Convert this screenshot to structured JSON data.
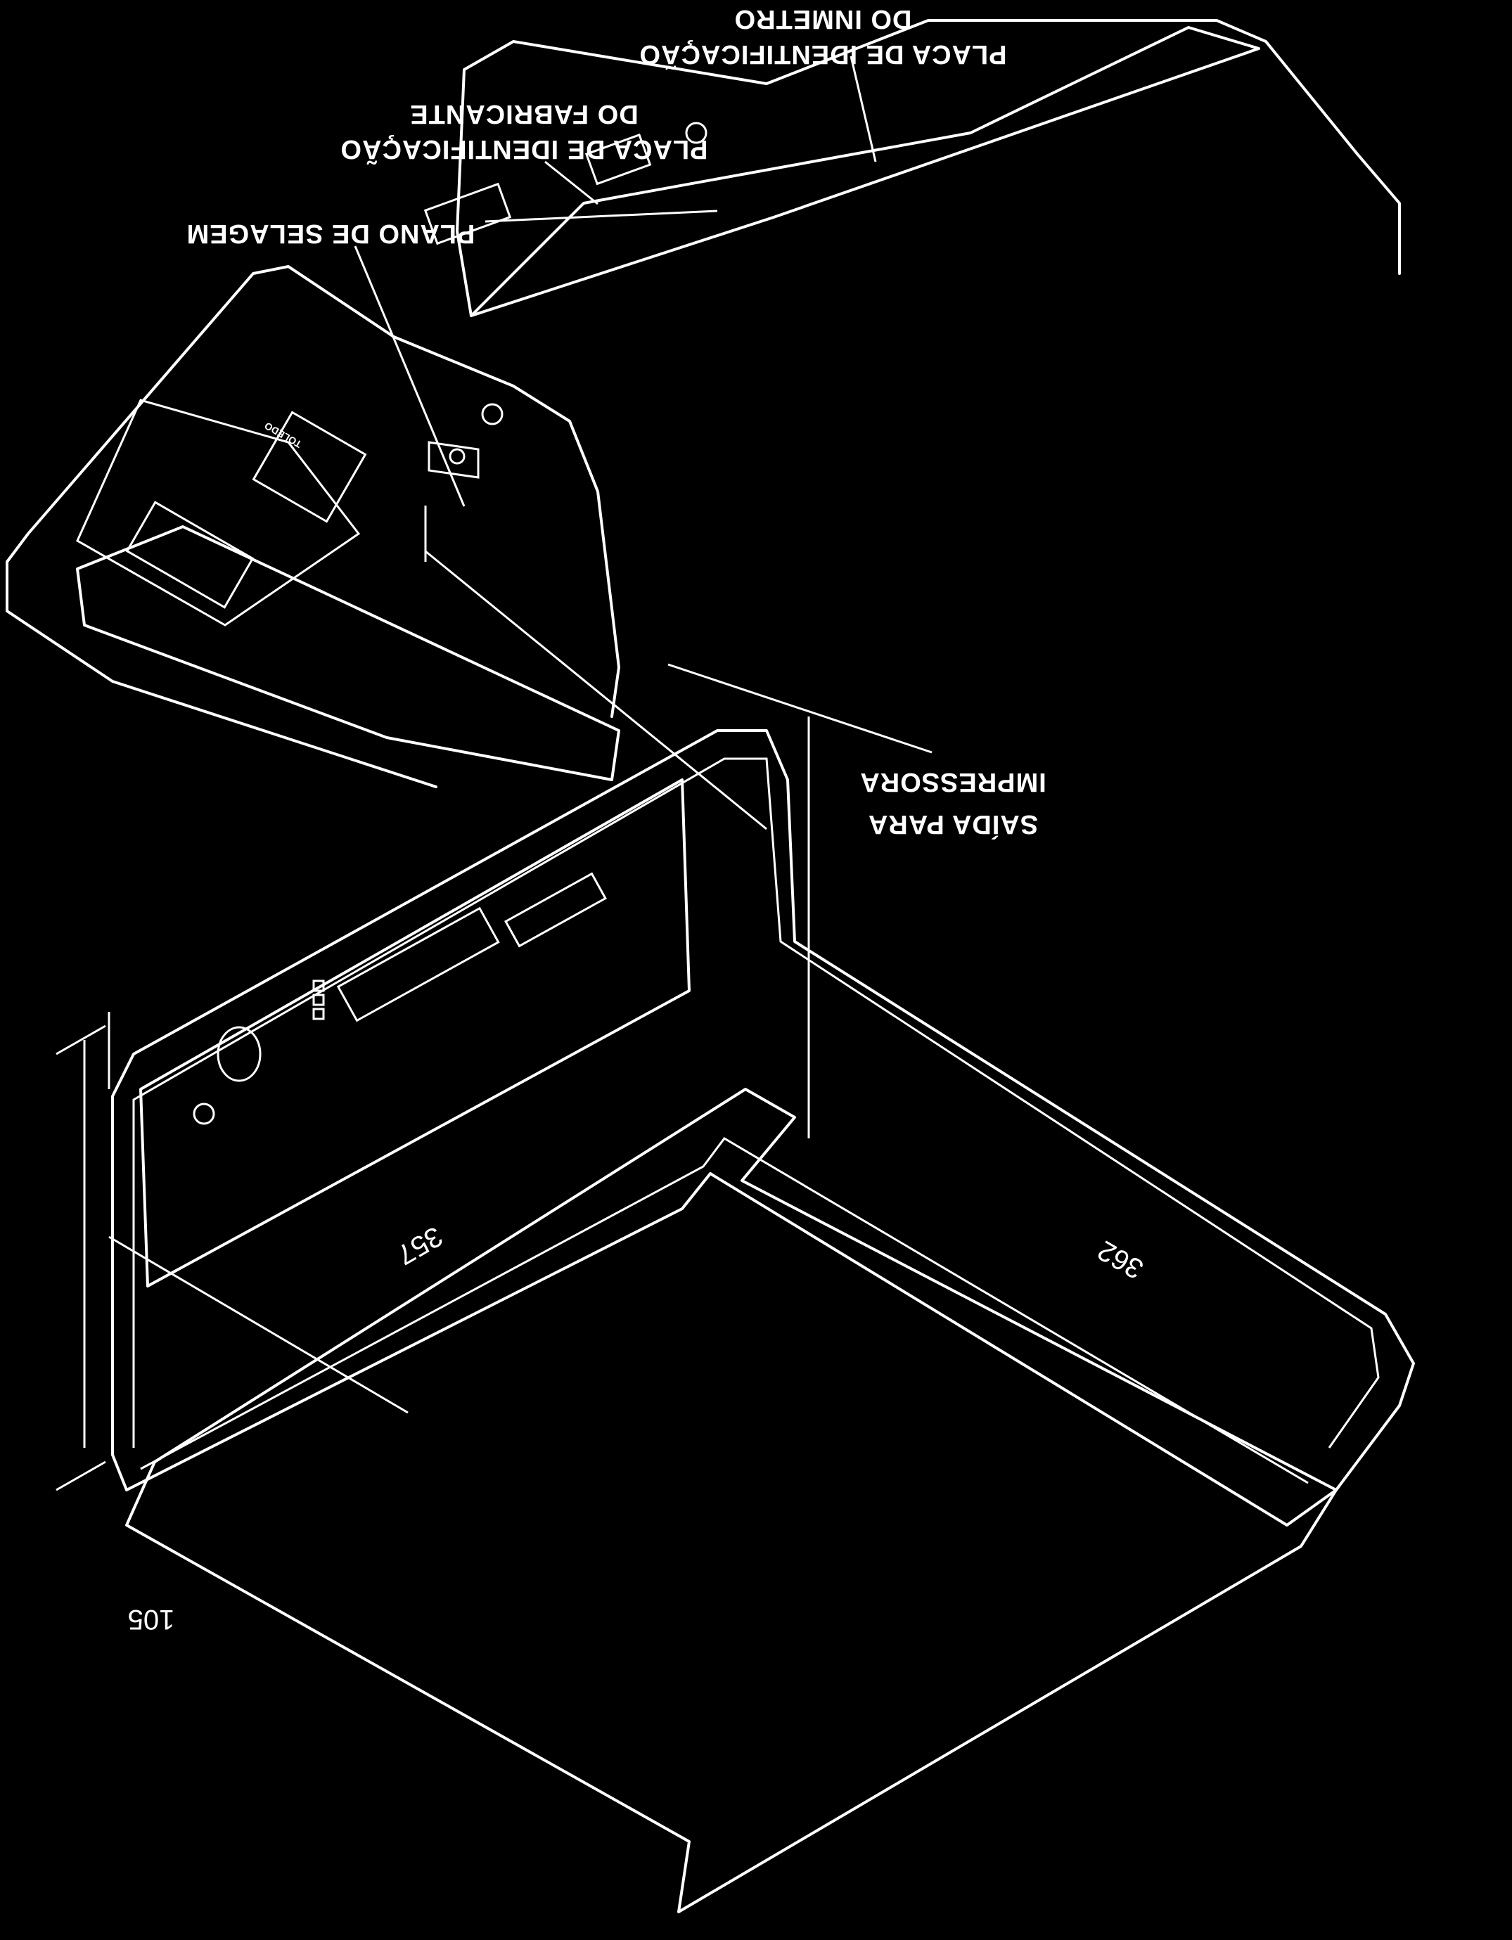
{
  "labels": {
    "sealing_plane": "PLANO DE SELAGEM",
    "manufacturer_plate_line1": "PLACA DE IDENTIFICAÇÃO",
    "manufacturer_plate_line2": "DO FABRICANTE",
    "inmetro_plate_line1": "PLACA DE IDENTIFICAÇÃO",
    "inmetro_plate_line2": "DO INMETRO",
    "printer_output_line1": "SAÍDA PARA",
    "printer_output_line2": "IMPRESSORA"
  },
  "dimensions": {
    "width": "357",
    "depth": "362",
    "height": "105"
  },
  "brand": {
    "name": "TOLEDO"
  },
  "colors": {
    "background": "#000000",
    "line": "#ffffff"
  }
}
